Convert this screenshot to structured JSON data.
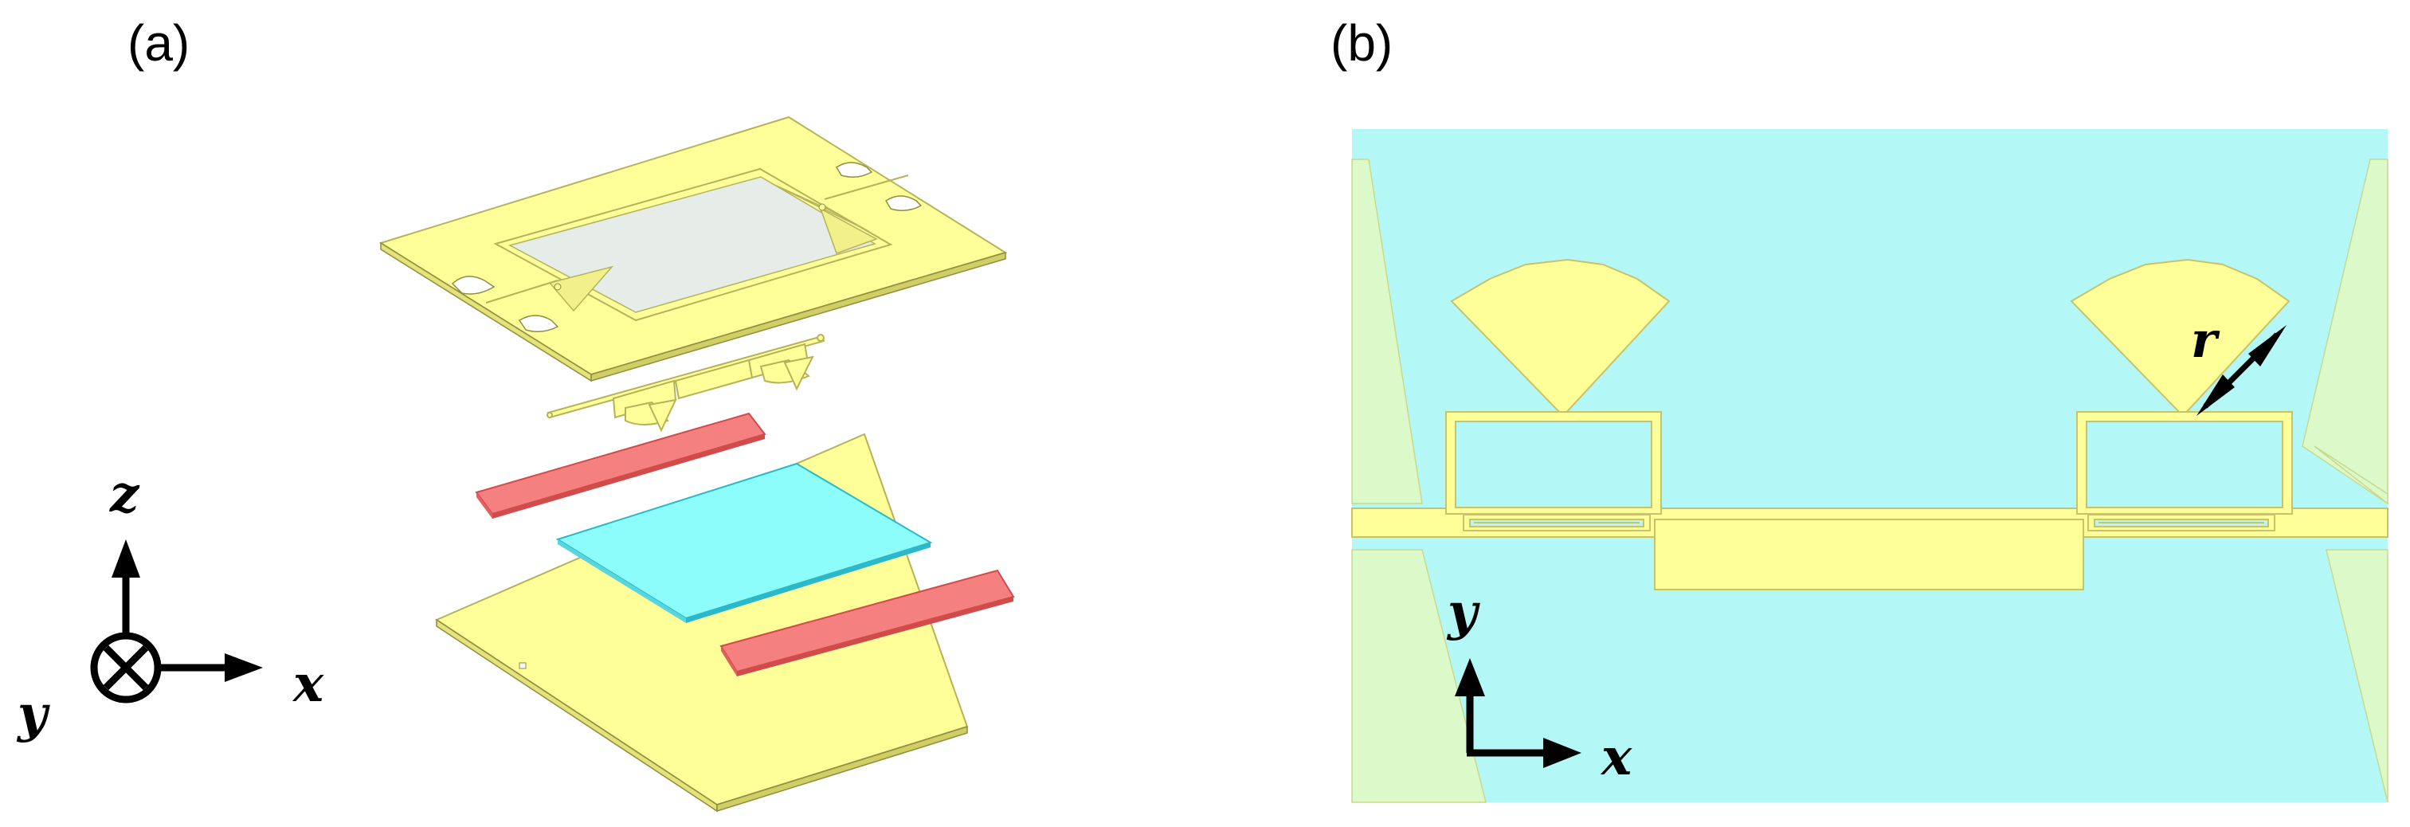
{
  "panels": {
    "a": {
      "label": "(a)"
    },
    "b": {
      "label": "(b)"
    }
  },
  "axes_a": {
    "z": "z",
    "x": "x",
    "y": "y"
  },
  "axes_b": {
    "y": "y",
    "x": "x"
  },
  "dimension_label": "r",
  "colors": {
    "metal": "#FFFF99",
    "metal_edge": "#B5B35A",
    "substrate": "#B3F8F6",
    "slab": "#8CFDFA",
    "slab_edge": "#2BB8C8",
    "red_strip": "#F58080",
    "red_strip_edge": "#D24B4B",
    "window": "#E6EDE9",
    "side_green": "#DCF9C9"
  }
}
